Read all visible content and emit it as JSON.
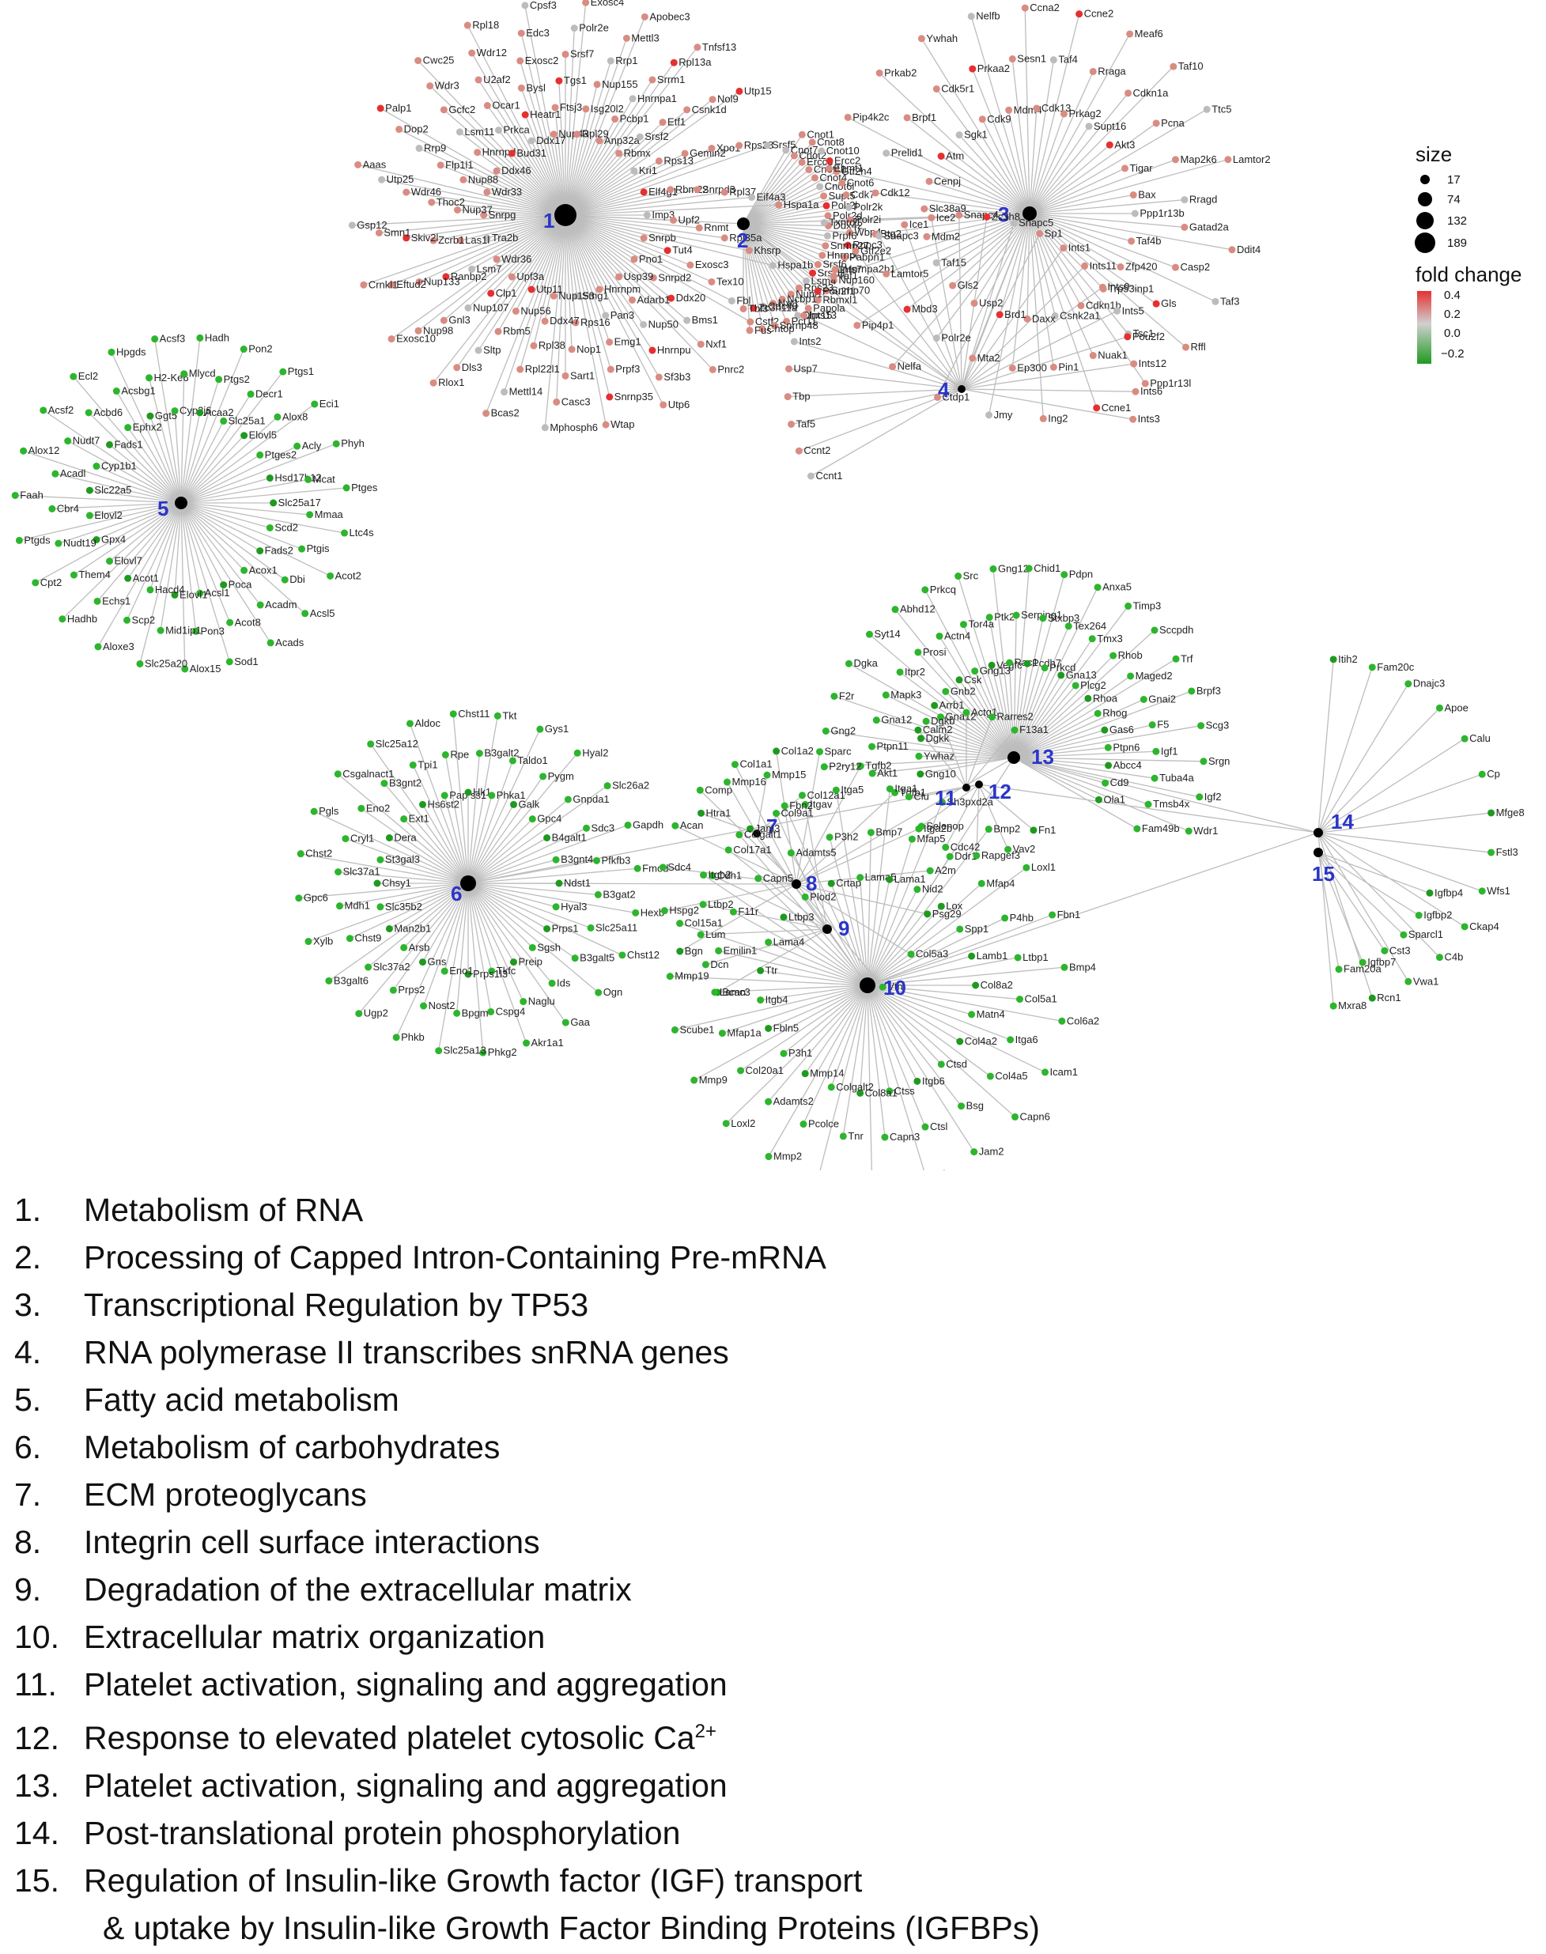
{
  "legend": {
    "size_title": "size",
    "size_values": [
      "17",
      "74",
      "132",
      "189"
    ],
    "color_title": "fold change",
    "color_ticks": [
      "0.4",
      "0.2",
      "0.0",
      "−0.2"
    ],
    "colors": {
      "up": "#e53030",
      "neutral": "#bcbcbc",
      "down": "#2db52d"
    }
  },
  "hubs": [
    {
      "id": "1",
      "genes": [
        "Imp3",
        "Upf2",
        "Rnmt",
        "Rpl35a",
        "Khsrp",
        "Hspa1b",
        "Snrpb",
        "Tut4",
        "Exosc3",
        "Tex10",
        "Fbl",
        "Cstf2",
        "Pno1",
        "Snrpd2",
        "Ddx20",
        "Bms1",
        "Nxf1",
        "Pnrc2",
        "Usp39",
        "Adarb1",
        "Nup50",
        "Hnrnpu",
        "Sf3b3",
        "Utp6",
        "Hnrnpm",
        "Pan3",
        "Emg1",
        "Prpf3",
        "Snrnp35",
        "Wtap",
        "Smg1",
        "Rps16",
        "Nop1",
        "Sart1",
        "Casc3",
        "Mphosph6",
        "Nup153",
        "Ddx47",
        "Rpl38",
        "Rpl22l1",
        "Mettl14",
        "Bcas2",
        "Utp11",
        "Nup56",
        "Rbm5",
        "Sltp",
        "Dls3",
        "Rlox1",
        "Upf3a",
        "Clp1",
        "Nup107",
        "Gnl3",
        "Nup98",
        "Exosc10",
        "Wdr36",
        "Lsm7",
        "Ranbp2",
        "Nup133",
        "Eftud2",
        "Crnkl1",
        "Tra2b",
        "Las1l",
        "Zcrb1",
        "Skiv2l",
        "Smn1",
        "Gsp12",
        "Snrpg",
        "Nup37",
        "Thoc2",
        "Wdr46",
        "Utp25",
        "Aaas",
        "Wdr33",
        "Nup88",
        "Flp1l1",
        "Rrp9",
        "Dop2",
        "Palp1",
        "Ddx46",
        "Hnrnpd",
        "Lsm11",
        "Gcfc2",
        "Wdr3",
        "Cwc25",
        "Bud31",
        "Prkca",
        "Ocar1",
        "U2af2",
        "Wdr12",
        "Rpl18",
        "Ddx17",
        "Heatr1",
        "Bysl",
        "Exosc2",
        "Edc3",
        "Cpsf3",
        "Nup43",
        "Ftsj3",
        "Tgs1",
        "Srsf7",
        "Polr2e",
        "Exosc4",
        "Rpl29",
        "Isg20l2",
        "Nup155",
        "Rrp1",
        "Mettl3",
        "Apobec3",
        "Anp32a",
        "Pcbp1",
        "Hnrnpa1",
        "Srrm1",
        "Rpl13a",
        "Tnfsf13",
        "Rbmx",
        "Srsf2",
        "Etf1",
        "Csnk1d",
        "Nol9",
        "Utp15",
        "Kri1",
        "Rps13",
        "Gemin2",
        "Xpo1",
        "Rps28",
        "Srsf5",
        "Elf4g1",
        "Rbm22",
        "Snrpd3",
        "Rpl37",
        "Eif4a3",
        "Hspa1a"
      ]
    },
    {
      "id": "2",
      "genes": [
        "Cnot7",
        "Cnot1",
        "Cnot2",
        "Cnot8",
        "Ercc3",
        "Cnot10",
        "Cnot11",
        "Ercc2",
        "Cnot4",
        "Gtf2h4",
        "Cnot6l",
        "Cnot6",
        "Supt5",
        "Cdk7",
        "Polr2l",
        "Polr2k",
        "Polr2d",
        "Polr2i",
        "Ddx42",
        "Wbp4",
        "Prpf6",
        "Rnpc3",
        "Snrnp27",
        "Pabpn1",
        "Hnrnpf",
        "Hnrnpa2b1",
        "Srsf6",
        "Nup160",
        "Srsf11",
        "Snrnp70",
        "Lsm4",
        "Rbmxl1",
        "Rps23",
        "Papola",
        "Nupl1",
        "Dhx15",
        "Ncbp1",
        "Pcf11",
        "Nxt1",
        "Snrnp48",
        "Cdc40",
        "Chtop",
        "Zc3h11a",
        "Fus",
        "Tbl3"
      ]
    },
    {
      "id": "3",
      "genes": [
        "Ppp1r13b",
        "Gatad2a",
        "Ddit4",
        "Taf4b",
        "Casp2",
        "Taf3",
        "Zfp420",
        "Gls",
        "Rffl",
        "Trp53inp1",
        "Tsc1",
        "Ppp1r13l",
        "Cdkn1b",
        "Nuak1",
        "Ccne1",
        "Csnk2a1",
        "Pin1",
        "Ing2",
        "Daxx",
        "Ep300",
        "Jmy",
        "Brd1",
        "Mta2",
        "Ctdp1",
        "Usp2",
        "Polr2e",
        "Nelfa",
        "Gls2",
        "Mbd3",
        "Pip4p1",
        "Taf15",
        "Lamtor5",
        "Taf1",
        "Mdm2",
        "Btg2",
        "Txnrd1",
        "Slc38a9",
        "Cdk12",
        "Ehmt1",
        "Cenpj",
        "Prelid1",
        "Pip4k2c",
        "Atm",
        "Brpf1",
        "Prkab2",
        "Sgk1",
        "Cdk5r1",
        "Ywhah",
        "Cdk9",
        "Prkaa2",
        "Nelfb",
        "Mdm4",
        "Sesn1",
        "Ccna2",
        "Cdk13",
        "Taf4",
        "Ccne2",
        "Prkag2",
        "Rraga",
        "Meaf6",
        "Supt16",
        "Cdkn1a",
        "Taf10",
        "Akt3",
        "Pcna",
        "Ttc5",
        "Tigar",
        "Map2k6",
        "Lamtor2",
        "Bax",
        "Rragd"
      ]
    },
    {
      "id": "4",
      "genes": [
        "Ccnt1",
        "Ccnt2",
        "Taf5",
        "Tbp",
        "Usp7",
        "Ints2",
        "Ints13",
        "Pou2f1",
        "Ints7",
        "Gtf2e2",
        "Snapc3",
        "Ice1",
        "Ice2",
        "Snapc4",
        "Zc3h8",
        "Snapc5",
        "Sp1",
        "Ints1",
        "Ints11",
        "Ints9",
        "Ints5",
        "Pou2f2",
        "Ints12",
        "Ints6",
        "Ints3"
      ]
    },
    {
      "id": "5",
      "genes": [
        "Slc25a17",
        "Mmaa",
        "Ltc4s",
        "Scd2",
        "Ptgis",
        "Acot2",
        "Fads2",
        "Dbi",
        "Acsl5",
        "Acox1",
        "Acadm",
        "Acads",
        "Poca",
        "Acot8",
        "Sod1",
        "Acsl1",
        "Pon3",
        "Alox15",
        "Elovl1",
        "Mid1ip1",
        "Slc25a20",
        "Hacd4",
        "Scp2",
        "Aloxe3",
        "Acot1",
        "Echs1",
        "Hadhb",
        "Elovl7",
        "Them4",
        "Cpt2",
        "Gpx4",
        "Nudt19",
        "Ptgds",
        "Elovl2",
        "Cbr4",
        "Faah",
        "Slc22a5",
        "Acadl",
        "Alox12",
        "Cyp1b1",
        "Nudt7",
        "Acsf2",
        "Fads1",
        "Acbd6",
        "Ecl2",
        "Ephx2",
        "Acsbg1",
        "Hpgds",
        "Ggt5",
        "H2-Ke6",
        "Acsf3",
        "Cyp2j6",
        "Mlycd",
        "Hadh",
        "Acaa2",
        "Ptgs2",
        "Pon2",
        "Slc25a1",
        "Decr1",
        "Ptgs1",
        "Elovl5",
        "Alox8",
        "Eci1",
        "Ptges2",
        "Acly",
        "Phyh",
        "Hsd17b12",
        "Mcat",
        "Ptges"
      ]
    },
    {
      "id": "6",
      "genes": [
        "Ndst1",
        "B3gat2",
        "Hexb",
        "Hyal3",
        "Slc25a11",
        "Chst12",
        "Prps1",
        "B3galt5",
        "Ogn",
        "Sgsh",
        "Ids",
        "Gaa",
        "Preip",
        "Naglu",
        "Akr1a1",
        "Tkfc",
        "Cspg4",
        "Phkg2",
        "Prps1l3",
        "Bpgm",
        "Slc25a13",
        "Eno1",
        "Nost2",
        "Phkb",
        "Gns",
        "Prps2",
        "Ugp2",
        "Arsb",
        "Slc37a2",
        "B3galt6",
        "Man2b1",
        "Chst9",
        "Xylb",
        "Slc35b2",
        "Mdh1",
        "Gpc6",
        "Chsy1",
        "Slc37a1",
        "Chst2",
        "St3gal3",
        "Cryl1",
        "Pgls",
        "Dera",
        "Eno2",
        "Csgalnact1",
        "Ext1",
        "B3gnt2",
        "Slc25a12",
        "Hs6st2",
        "Tpi1",
        "Aldoc",
        "Pap ss1",
        "Rpe",
        "Chst11",
        "Hk1",
        "B3galt2",
        "Tkt",
        "Phka1",
        "Taldo1",
        "Gys1",
        "Galk",
        "Pygm",
        "Hyal2",
        "Gpc4",
        "Gnpda1",
        "Slc26a2",
        "B4galt1",
        "Sdc3",
        "Gapdh",
        "B3gnt4",
        "Pfkfb3",
        "Fmod"
      ]
    },
    {
      "id": "7",
      "genes": [
        "Htra1",
        "Mmp16",
        "Mmp15",
        "Col12a1"
      ]
    },
    {
      "id": "8",
      "genes": [
        "Bgn",
        "Hspg2",
        "Sdc4",
        "Acan",
        "Comp",
        "Col1a1",
        "Col1a2",
        "Sparc",
        "Tgfb2",
        "Tgfb1",
        "Itga2b",
        "A2m",
        "Psg29",
        "Col5a3",
        "Vtn"
      ]
    },
    {
      "id": "9",
      "genes": [
        "Bcan",
        "Dcn",
        "Lum",
        "Ltbp2",
        "Cdh1",
        "Col17a1",
        "Jam3",
        "Col9a1",
        "Itgav"
      ]
    },
    {
      "id": "10",
      "genes": [
        "Col8a2",
        "Col5a1",
        "Col6a2",
        "Matn4",
        "Itga6",
        "Icam1",
        "Col4a2",
        "Col4a5",
        "Capn6",
        "Ctsd",
        "Bsg",
        "Jam2",
        "Itgb6",
        "Ctsl",
        "Col11a2",
        "Ctss",
        "Capn3",
        "Col23a1",
        "Col8a1",
        "Tnr",
        "Scube3",
        "Colgalt2",
        "Pcolce",
        "Mmp2",
        "Mmp14",
        "Adamts2",
        "Loxl2",
        "P3h1",
        "Col20a1",
        "Mmp9",
        "Fbln5",
        "Mfap1a",
        "Scube1",
        "Itgb4",
        "Lamc3",
        "Mmp19",
        "Ttr",
        "Emilin1",
        "Col15a1",
        "Lama4",
        "F11r",
        "Itgb2",
        "Ltbp3",
        "Capn5",
        "Colgalt1",
        "Plod2",
        "Adamts5",
        "Fbn2",
        "Crtap",
        "P3h2",
        "Itga5",
        "Lama5",
        "Bmp7",
        "Itga1",
        "Lama1",
        "Mfap5",
        "Sh3pxd2a",
        "Nid2",
        "Ddr1",
        "Bmp2",
        "Lox",
        "Mfap4",
        "Loxl1",
        "Spp1",
        "P4hb",
        "Fbn1",
        "Lamb1",
        "Ltbp1",
        "Bmp4"
      ]
    },
    {
      "id": "11",
      "genes": [
        "Calm2",
        "Gna12",
        "Actg1",
        "Rarres2",
        "F13a1"
      ]
    },
    {
      "id": "12",
      "genes": [
        "Fn1",
        "Vav2",
        "Rapgef3",
        "Cdc42",
        "Selenop",
        "Clu"
      ]
    },
    {
      "id": "13",
      "genes": [
        "Gng10",
        "Akt1",
        "P2ry12",
        "Ywhaz",
        "Ptpn11",
        "Gng2",
        "Dgkk",
        "Gna12",
        "F2r",
        "Dgkb",
        "Mapk3",
        "Dgka",
        "Arrb1",
        "Itpr2",
        "Syt14",
        "Gnb2",
        "Prosi",
        "Abhd12",
        "Csk",
        "Actn4",
        "Prkcq",
        "Gng13",
        "Tor4a",
        "Src",
        "Vegfc",
        "Ptk2",
        "Gng12",
        "Rac1",
        "Serping1",
        "Chid1",
        "Pcdh7",
        "Stxbp3",
        "Pdpn",
        "Prkcd",
        "Tex264",
        "Anxa5",
        "Gna13",
        "Tmx3",
        "Timp3",
        "Plcg2",
        "Rhob",
        "Sccpdh",
        "Rhoa",
        "Maged2",
        "Trf",
        "Rhog",
        "Gnai2",
        "Brpf3",
        "Gas6",
        "F5",
        "Scg3",
        "Ptpn6",
        "Igf1",
        "Srgn",
        "Abcc4",
        "Tuba4a",
        "Igf2",
        "Cd9",
        "Tmsb4x",
        "Wdr1",
        "Ola1",
        "Fam49b"
      ]
    },
    {
      "id": "14",
      "genes": [
        "Itih2",
        "Fam20c",
        "Dnajc3",
        "Apoe",
        "Calu",
        "Cp",
        "Mfge8",
        "Fstl3",
        "Wfs1",
        "Ckap4",
        "C4b",
        "Vwa1",
        "Rcn1",
        "Mxra8"
      ]
    },
    {
      "id": "15",
      "genes": [
        "Igfbp4",
        "Igfbp2",
        "Sparcl1",
        "Cst3",
        "Igfbp7",
        "Fam20a"
      ]
    }
  ],
  "pathways": [
    {
      "num": "1.",
      "label": "Metabolism of RNA"
    },
    {
      "num": "2.",
      "label": "Processing of Capped Intron-Containing Pre-mRNA"
    },
    {
      "num": "3.",
      "label": "Transcriptional Regulation by TP53"
    },
    {
      "num": "4.",
      "label": "RNA polymerase II transcribes snRNA genes"
    },
    {
      "num": "5.",
      "label": "Fatty acid metabolism"
    },
    {
      "num": "6.",
      "label": "Metabolism of carbohydrates"
    },
    {
      "num": "7.",
      "label": "ECM proteoglycans"
    },
    {
      "num": "8.",
      "label": "Integrin cell surface interactions"
    },
    {
      "num": "9.",
      "label": "Degradation of the extracellular matrix"
    },
    {
      "num": "10.",
      "label": "Extracellular matrix organization"
    },
    {
      "num": "11.",
      "label": "Platelet activation, signaling and aggregation"
    },
    {
      "num": "12.",
      "label": "Response to elevated platelet cytosolic Ca",
      "sup": "2+"
    },
    {
      "num": "13.",
      "label": "Platelet activation, signaling and aggregation"
    },
    {
      "num": "14.",
      "label": "Post-translational protein phosphorylation"
    },
    {
      "num": "15.",
      "label": "Regulation of Insulin-like Growth factor (IGF) transport",
      "cont": "& uptake by Insulin-like Growth Factor Binding Proteins (IGFBPs)"
    }
  ]
}
